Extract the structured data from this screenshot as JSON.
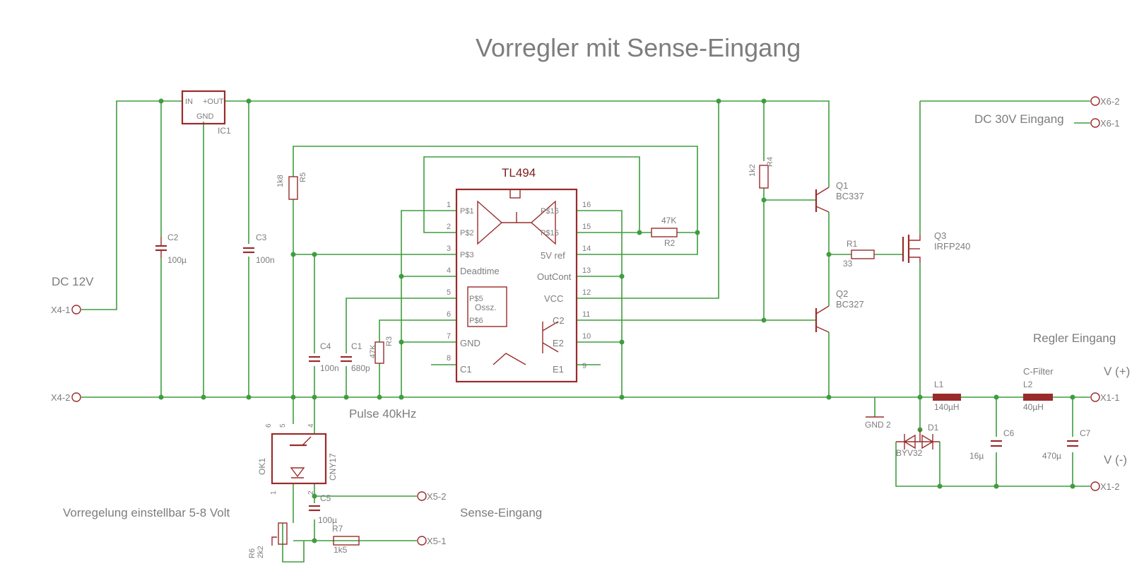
{
  "title": "Vorregler mit Sense-Eingang",
  "annotations": {
    "dc12v": "DC 12V",
    "dc30v": "DC 30V Eingang",
    "regler_eingang": "Regler Eingang",
    "pulse": "Pulse 40kHz",
    "sense": "Sense-Eingang",
    "vorregelung": "Vorregelung einstellbar 5-8 Volt",
    "cfilter": "C-Filter",
    "vplus": "V (+)",
    "vminus": "V (-)"
  },
  "connectors": {
    "x4_1": "X4-1",
    "x4_2": "X4-2",
    "x6_2": "X6-2",
    "x6_1": "X6-1",
    "x5_2": "X5-2",
    "x5_1": "X5-1",
    "x1_1": "X1-1",
    "x1_2": "X1-2"
  },
  "ic1": {
    "name": "IC1",
    "in": "IN",
    "out": "+OUT",
    "gnd": "GND"
  },
  "tl494": {
    "name": "TL494",
    "pins_left": [
      {
        "num": "1",
        "label": "P$1"
      },
      {
        "num": "2",
        "label": "P$2"
      },
      {
        "num": "3",
        "label": "P$3"
      },
      {
        "num": "4",
        "label": "Deadtime"
      },
      {
        "num": "5",
        "label": "P$5"
      },
      {
        "num": "6",
        "label": "P$6"
      },
      {
        "num": "7",
        "label": "GND"
      },
      {
        "num": "8",
        "label": "C1"
      }
    ],
    "pins_right": [
      {
        "num": "16",
        "label": "P$16"
      },
      {
        "num": "15",
        "label": "P$15"
      },
      {
        "num": "14",
        "label": "5V ref"
      },
      {
        "num": "13",
        "label": "OutCont"
      },
      {
        "num": "12",
        "label": "VCC"
      },
      {
        "num": "11",
        "label": "C2"
      },
      {
        "num": "10",
        "label": "E2"
      },
      {
        "num": "9",
        "label": "E1"
      }
    ],
    "osc": "Ossz."
  },
  "components": {
    "c2": {
      "name": "C2",
      "value": "100µ"
    },
    "c3": {
      "name": "C3",
      "value": "100n"
    },
    "c4": {
      "name": "C4",
      "value": "100n"
    },
    "c1": {
      "name": "C1",
      "value": "680p"
    },
    "c5": {
      "name": "C5",
      "value": "100µ"
    },
    "c6": {
      "name": "C6",
      "value": "16µ"
    },
    "c7": {
      "name": "C7",
      "value": "470µ"
    },
    "r5": {
      "name": "R5",
      "value": "1k8"
    },
    "r3": {
      "name": "R3",
      "value": "47K"
    },
    "r2": {
      "name": "R2",
      "value": "47K"
    },
    "r4": {
      "name": "R4",
      "value": "1k2"
    },
    "r1": {
      "name": "R1",
      "value": "33"
    },
    "r7": {
      "name": "R7",
      "value": "1k5"
    },
    "r6": {
      "name": "R6",
      "value": "2k2"
    },
    "q1": {
      "name": "Q1",
      "value": "BC337"
    },
    "q2": {
      "name": "Q2",
      "value": "BC327"
    },
    "q3": {
      "name": "Q3",
      "value": "IRFP240"
    },
    "l1": {
      "name": "L1",
      "value": "140µH"
    },
    "l2": {
      "name": "L2",
      "value": "40µH"
    },
    "d1": {
      "name": "D1",
      "value": "BYV32"
    },
    "ok1": {
      "name": "OK1",
      "value": "CNY17"
    },
    "gnd2": {
      "name": "GND 2"
    }
  }
}
